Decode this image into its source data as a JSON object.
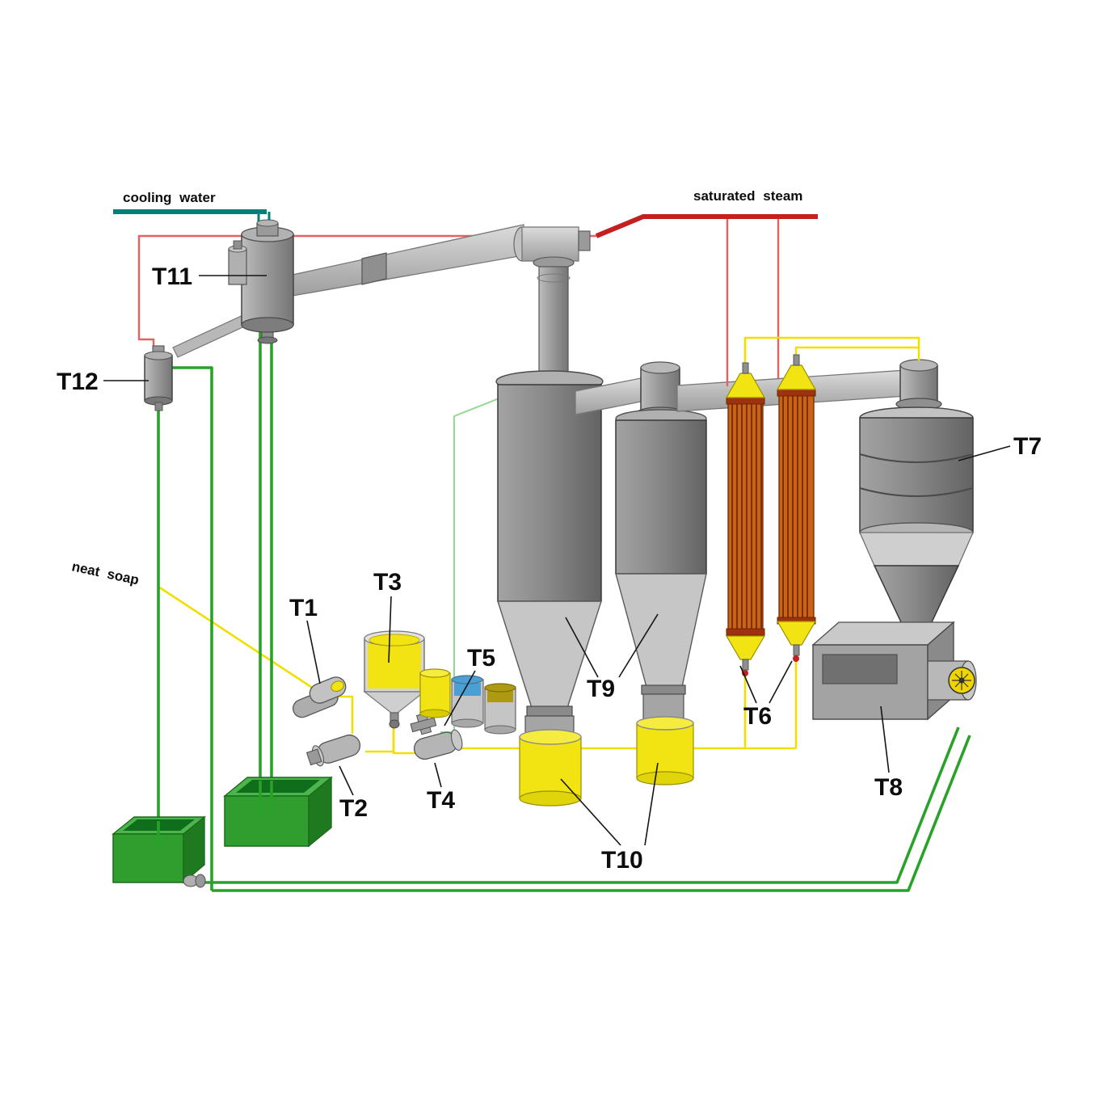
{
  "diagram": {
    "background": "#ffffff",
    "stream_labels": {
      "cooling_water": "cooling water",
      "saturated_steam": "saturated steam",
      "neat_soap": "neat soap"
    },
    "equipment_labels": {
      "t1": "T1",
      "t2": "T2",
      "t3": "T3",
      "t4": "T4",
      "t5": "T5",
      "t6": "T6",
      "t7": "T7",
      "t8": "T8",
      "t9": "T9",
      "t10": "T10",
      "t11": "T11",
      "t12": "T12"
    },
    "colors": {
      "steam_red": "#c42020",
      "steam_red_thin": "#e46262",
      "cooling_teal": "#00807a",
      "soap_yellow": "#f0df00",
      "soap_green": "#28a228",
      "soap_green_light": "#8fdc8f",
      "fill_yellow": "#f2e412",
      "tank_green": "#2f9e2f",
      "tube_orange": "#c96318",
      "drum_blue": "#4a9fd4",
      "drum_olive": "#ad9a10",
      "fan_yellow": "#f0d400"
    }
  }
}
